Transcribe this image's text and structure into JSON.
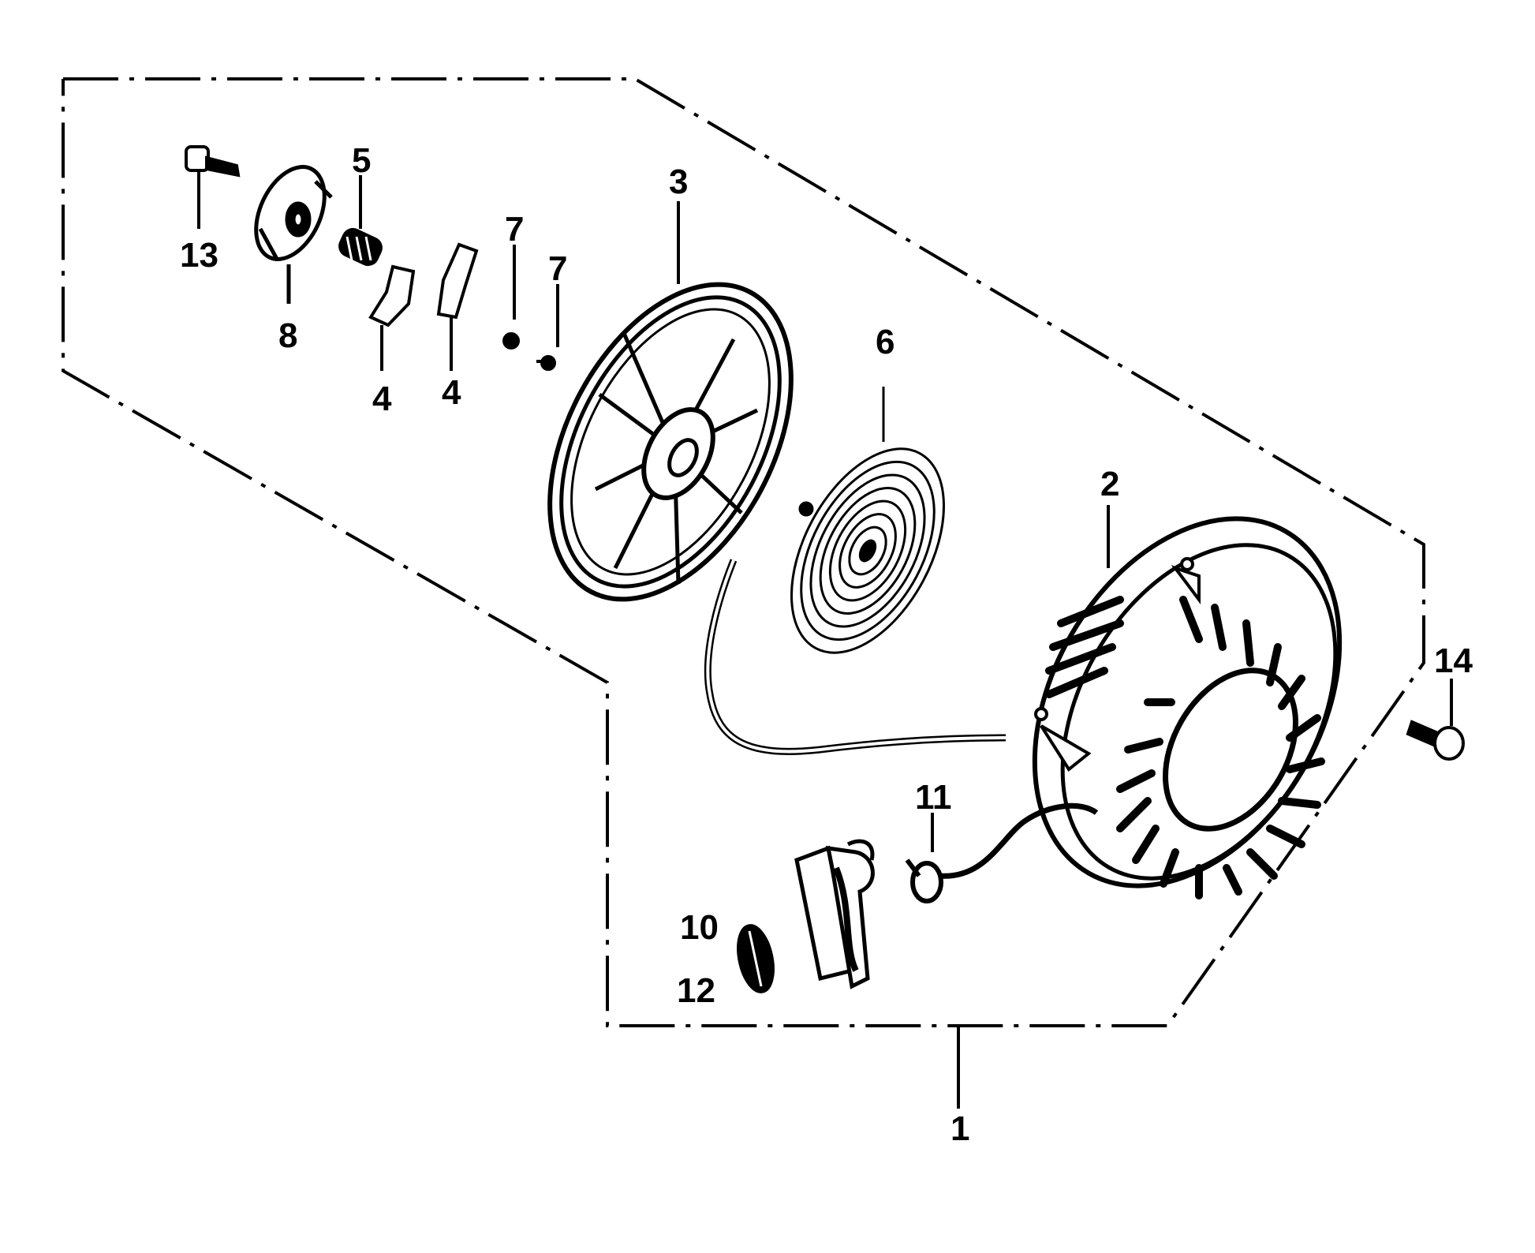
{
  "diagram": {
    "labels": {
      "p1": "1",
      "p2": "2",
      "p3": "3",
      "p4a": "4",
      "p4b": "4",
      "p5": "5",
      "p6": "6",
      "p7a": "7",
      "p7b": "7",
      "p8": "8",
      "p10": "10",
      "p11": "11",
      "p12": "12",
      "p13": "13",
      "p14": "14"
    }
  }
}
